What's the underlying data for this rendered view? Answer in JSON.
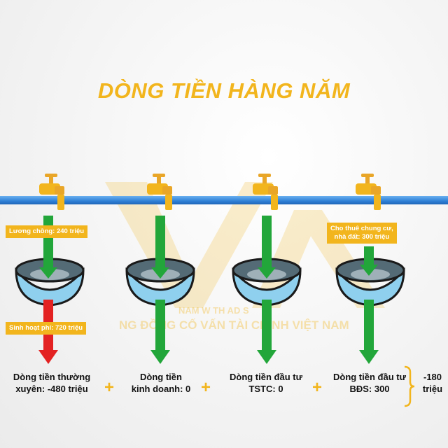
{
  "title": "DÒNG TIỀN HÀNG NĂM",
  "watermark": {
    "line1": "NAM W      TH  AD    S",
    "line2": "NG ĐỒNG CỐ VẤN TÀI CHÍNH VIỆT NAM"
  },
  "labels": {
    "salary": "Lương chồng: 240 triệu",
    "living": "Sinh hoạt phí: 720 triệu",
    "rent_line1": "Cho thuê chung cư,",
    "rent_line2": "nhà đất: 300 triệu"
  },
  "cashflows": [
    {
      "line1": "Dòng tiền thường",
      "line2": "xuyên: -480 triệu"
    },
    {
      "line1": "Dòng tiền",
      "line2": "kinh doanh: 0"
    },
    {
      "line1": "Dòng tiền đầu tư",
      "line2": "TSTC: 0"
    },
    {
      "line1": "Dòng tiền đầu tư",
      "line2": "BĐS: 300"
    }
  ],
  "plus_symbol": "+",
  "total": {
    "line1": "-180",
    "line2": "triệu"
  },
  "colors": {
    "accent": "#f2b51d",
    "inflow": "#22a63a",
    "outflow": "#e32222",
    "pipe": "#2f80d6"
  }
}
